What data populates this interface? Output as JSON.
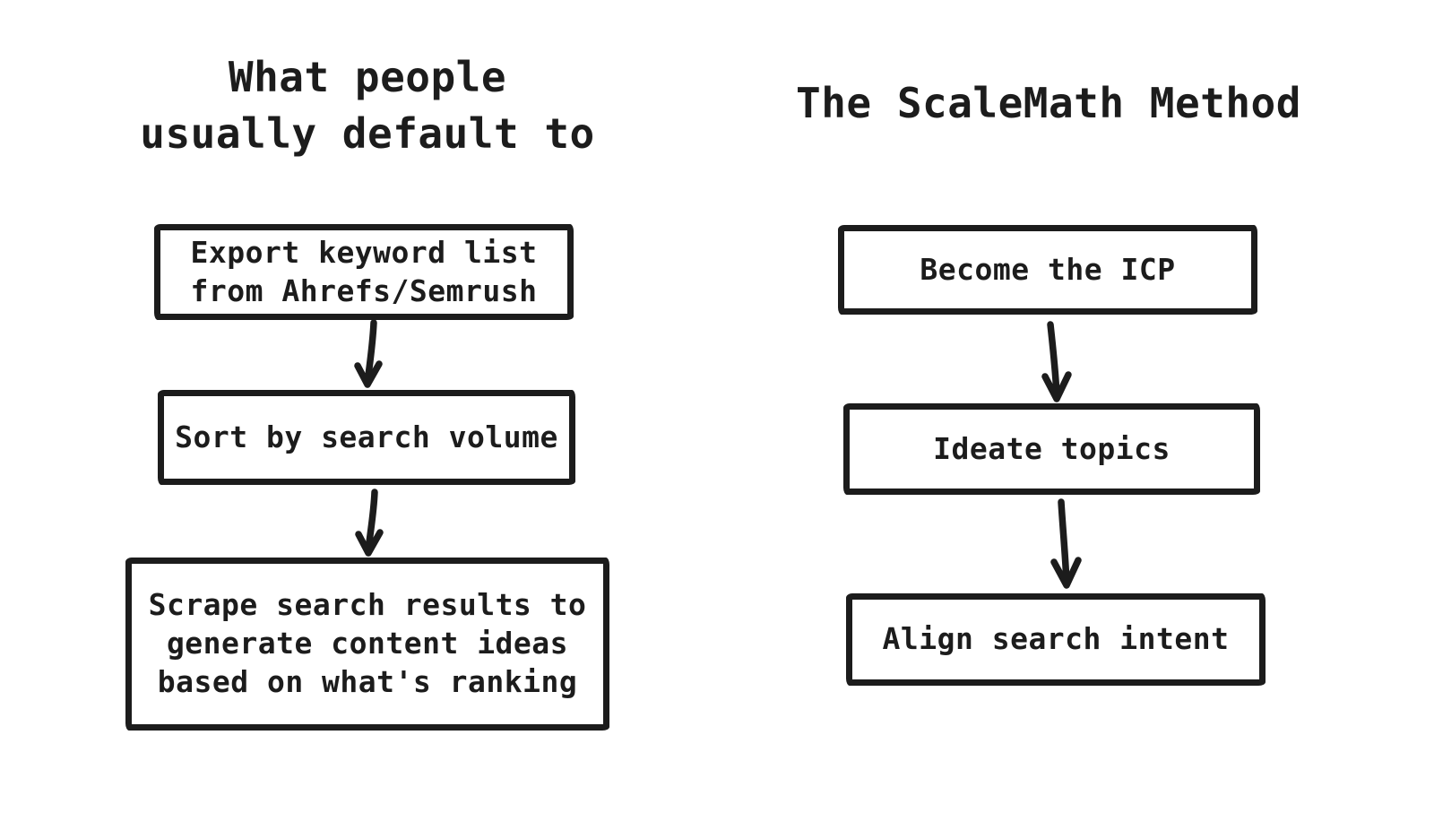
{
  "canvas": {
    "background": "#ffffff",
    "ink": "#1c1c1c"
  },
  "left_column": {
    "title": "What people\nusually default to",
    "boxes": [
      {
        "label": "Export keyword list\nfrom Ahrefs/Semrush"
      },
      {
        "label": "Sort by search volume"
      },
      {
        "label": "Scrape search results to\ngenerate content ideas\nbased on what's ranking"
      }
    ]
  },
  "right_column": {
    "title": "The ScaleMath Method",
    "boxes": [
      {
        "label": "Become the ICP"
      },
      {
        "label": "Ideate topics"
      },
      {
        "label": "Align search intent"
      }
    ]
  }
}
